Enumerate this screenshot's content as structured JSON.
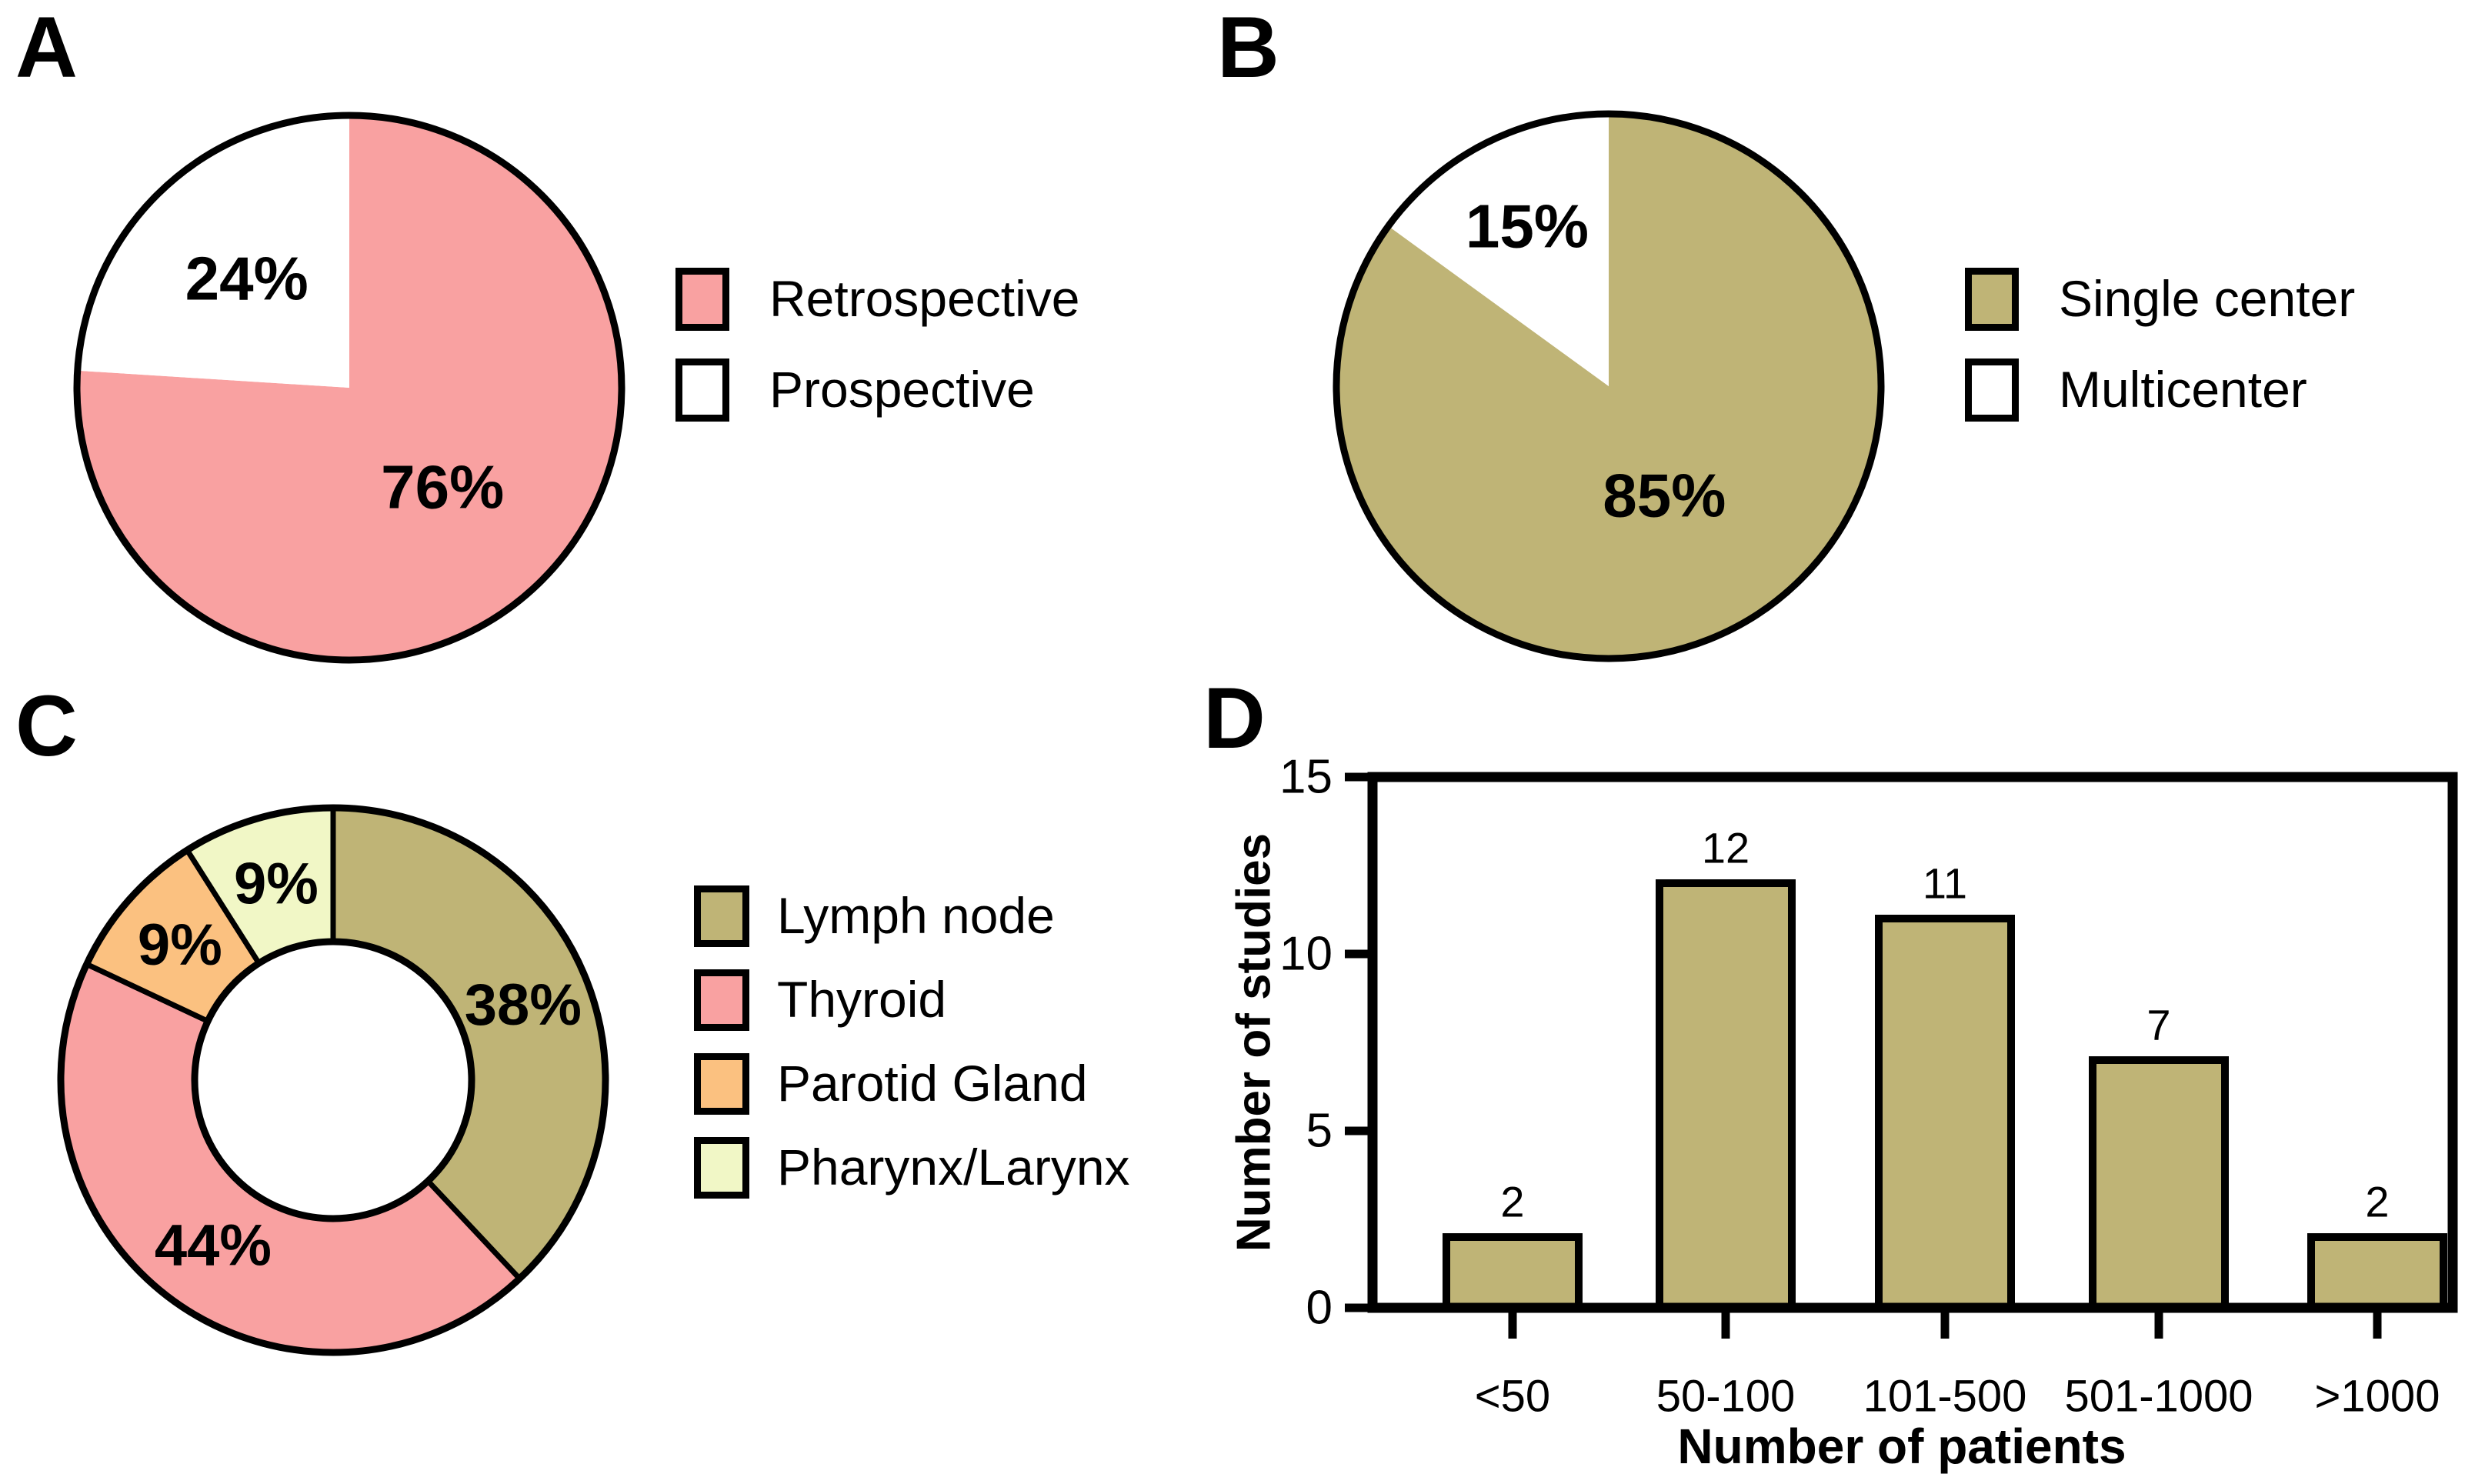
{
  "figure": {
    "background": "#FFFFFF",
    "panels": {
      "A": {
        "letter": "A"
      },
      "B": {
        "letter": "B"
      },
      "C": {
        "letter": "C"
      },
      "D": {
        "letter": "D"
      }
    }
  },
  "colors": {
    "pink": "#F9A1A1",
    "khaki": "#BFB476",
    "orange": "#FBC180",
    "pale_yellow": "#F1F7C6",
    "white": "#FFFFFF",
    "outline": "#000000"
  },
  "chart_data": [
    {
      "panel": "A",
      "type": "pie",
      "legend_position": "right",
      "slices": [
        {
          "label": "Retrospective",
          "value": 76,
          "pct_label": "76%",
          "color": "#F9A1A1",
          "label_r_frac": 0.5
        },
        {
          "label": "Prospective",
          "value": 24,
          "pct_label": "24%",
          "color": "#FFFFFF",
          "label_r_frac": 0.55
        }
      ]
    },
    {
      "panel": "B",
      "type": "pie",
      "legend_position": "right",
      "slices": [
        {
          "label": "Single center",
          "value": 85,
          "pct_label": "85%",
          "color": "#BFB476",
          "label_r_frac": 0.45
        },
        {
          "label": "Multicenter",
          "value": 15,
          "pct_label": "15%",
          "color": "#FFFFFF",
          "label_r_frac": 0.66
        }
      ]
    },
    {
      "panel": "C",
      "type": "donut",
      "legend_position": "right",
      "slices": [
        {
          "label": "Lymph node",
          "value": 38,
          "pct_label": "38%",
          "color": "#BFB476",
          "label_r_frac": 0.75
        },
        {
          "label": "Thyroid",
          "value": 44,
          "pct_label": "44%",
          "color": "#F9A1A1",
          "label_r_frac": 0.75
        },
        {
          "label": "Parotid Gland",
          "value": 9,
          "pct_label": "9%",
          "color": "#FBC180",
          "label_r_frac": 0.75
        },
        {
          "label": "Pharynx/Larynx",
          "value": 9,
          "pct_label": "9%",
          "color": "#F1F7C6",
          "label_r_frac": 0.75
        }
      ]
    },
    {
      "panel": "D",
      "type": "bar",
      "categories": [
        "<50",
        "50-100",
        "101-500",
        "501-1000",
        ">1000"
      ],
      "values": [
        2,
        12,
        11,
        7,
        2
      ],
      "bar_color": "#BFB476",
      "xlabel": "Number of patients",
      "ylabel": "Number of studies",
      "yticks": [
        0,
        5,
        10,
        15
      ],
      "ylim": [
        0,
        15
      ],
      "grid": false,
      "legend_position": "none"
    }
  ]
}
